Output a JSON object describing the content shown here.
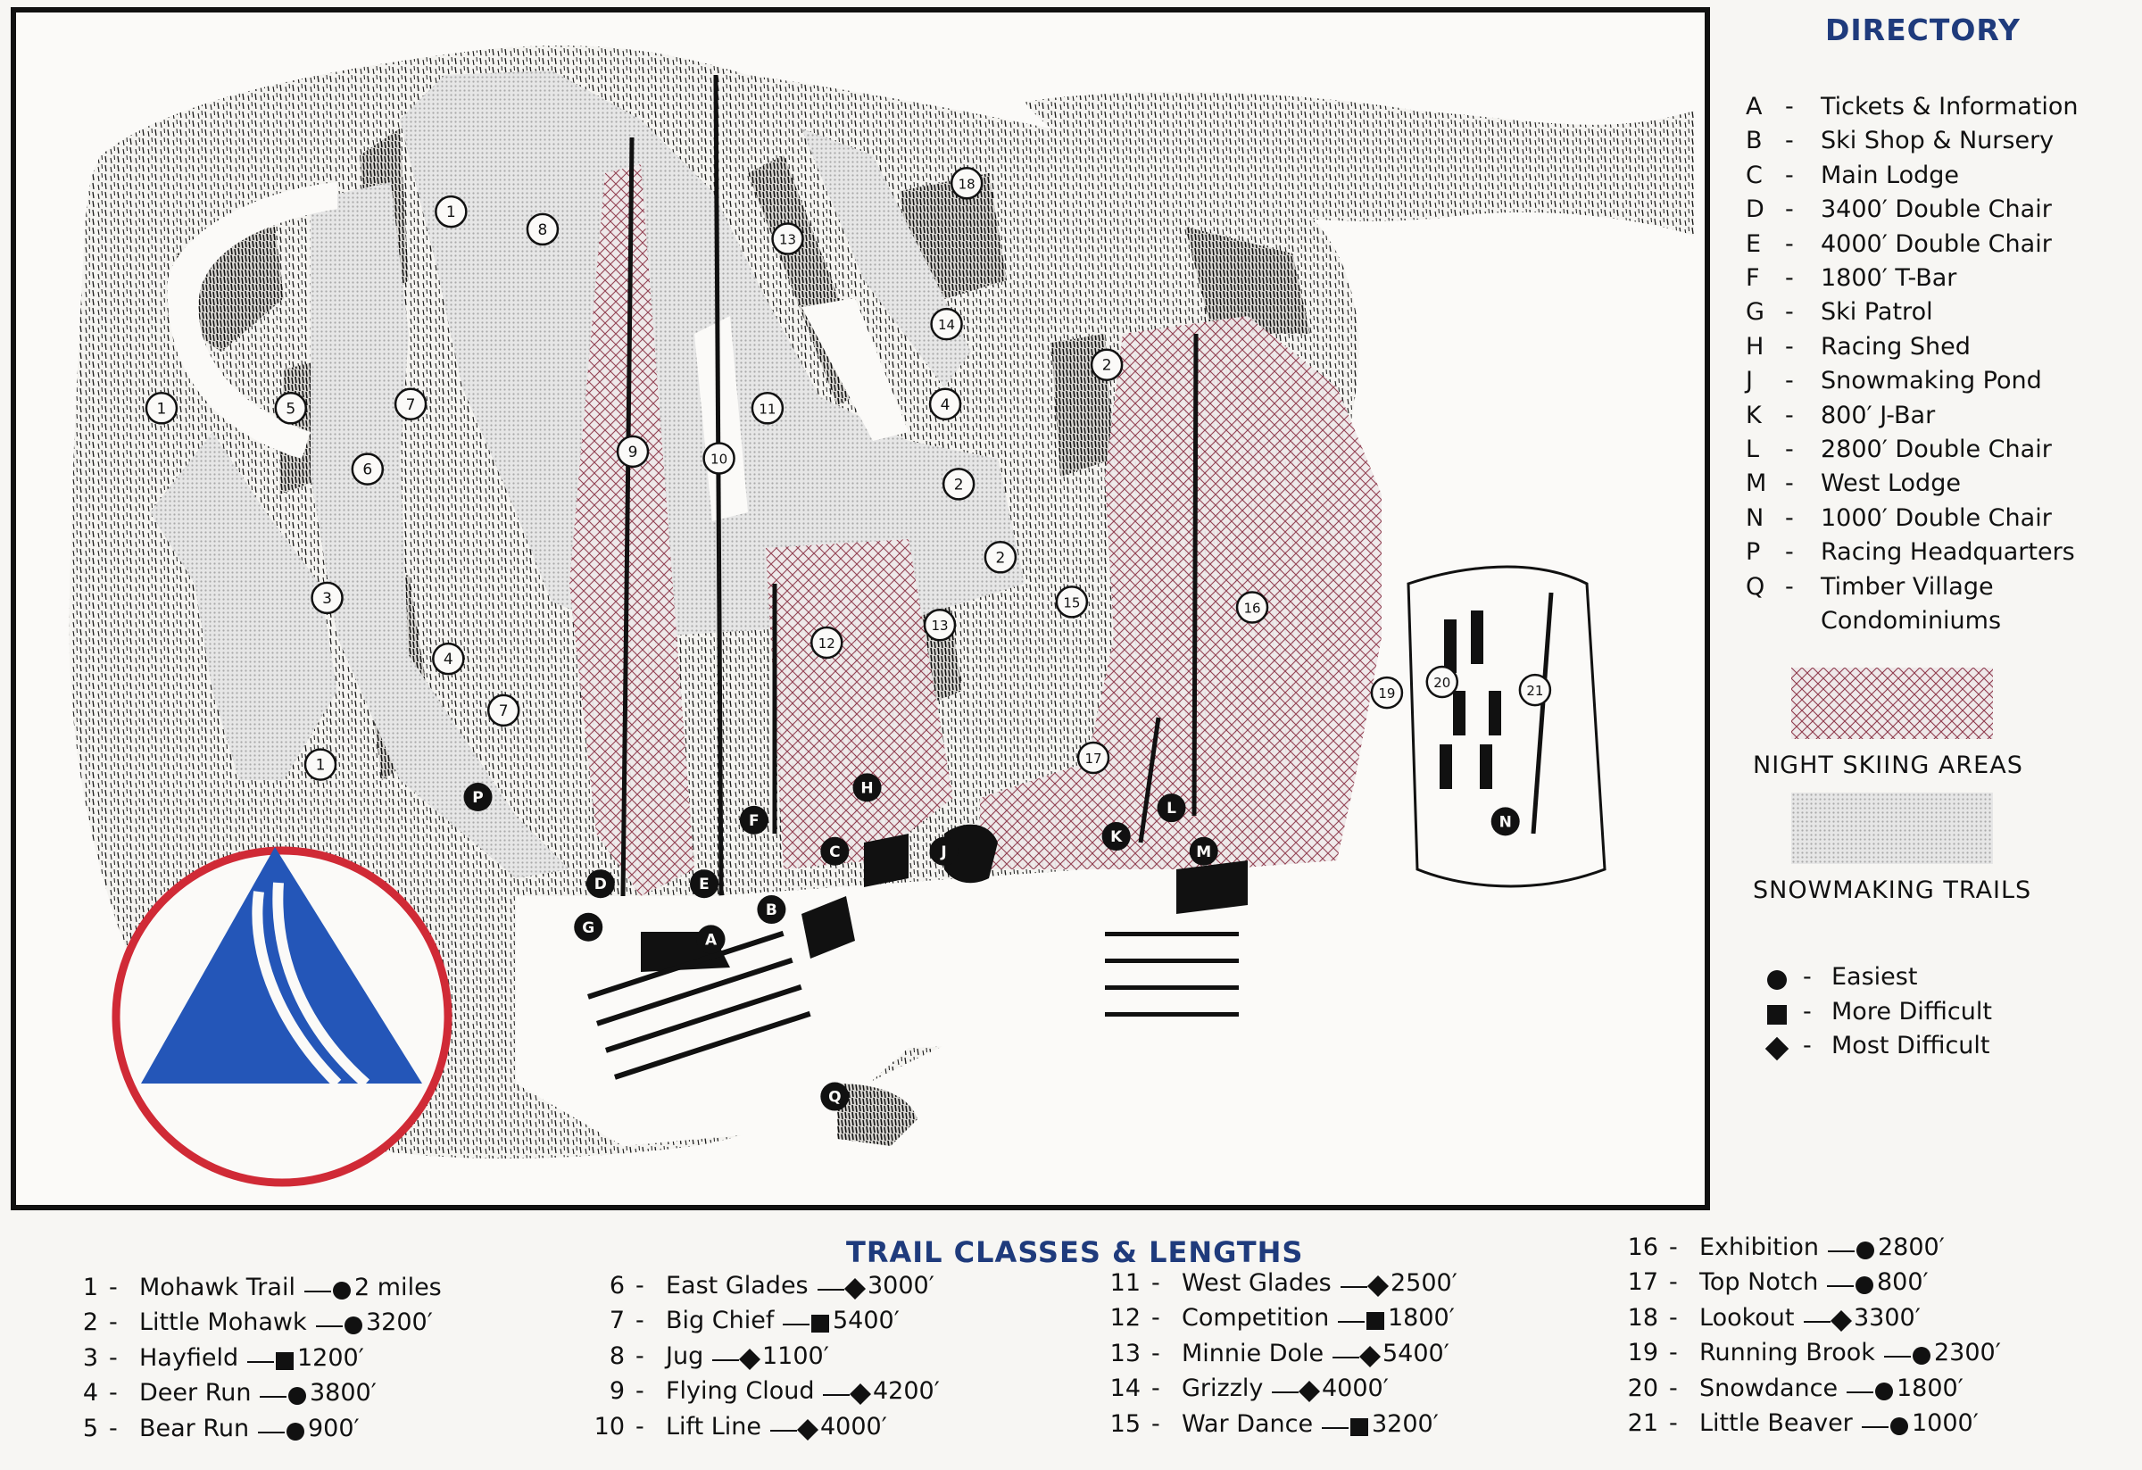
{
  "directory": {
    "title": "DIRECTORY",
    "items": [
      {
        "code": "A",
        "label": "Tickets & Information"
      },
      {
        "code": "B",
        "label": "Ski Shop & Nursery"
      },
      {
        "code": "C",
        "label": "Main Lodge"
      },
      {
        "code": "D",
        "label": "3400′ Double Chair"
      },
      {
        "code": "E",
        "label": "4000′ Double Chair"
      },
      {
        "code": "F",
        "label": "1800′ T-Bar"
      },
      {
        "code": "G",
        "label": "Ski Patrol"
      },
      {
        "code": "H",
        "label": "Racing Shed"
      },
      {
        "code": "J",
        "label": "Snowmaking Pond"
      },
      {
        "code": "K",
        "label": "800′ J-Bar"
      },
      {
        "code": "L",
        "label": "2800′ Double Chair"
      },
      {
        "code": "M",
        "label": "West Lodge"
      },
      {
        "code": "N",
        "label": "1000′ Double Chair"
      },
      {
        "code": "P",
        "label": "Racing Headquarters"
      },
      {
        "code": "Q",
        "label": "Timber Village",
        "label2": "Condominiums"
      }
    ]
  },
  "legend": {
    "night_skiing": "NIGHT SKIING AREAS",
    "snowmaking": "SNOWMAKING TRAILS",
    "night_color": "#8e3a4c",
    "snowmaking_color": "#b9b9b9",
    "difficulty": [
      {
        "symbol": "circle-icon",
        "label": "Easiest"
      },
      {
        "symbol": "square-icon",
        "label": "More Difficult"
      },
      {
        "symbol": "diamond-icon",
        "label": "Most Difficult"
      }
    ]
  },
  "logo": {
    "ring_color": "#d02a36",
    "mountain_color": "#2456b8"
  },
  "trails_title": "TRAIL CLASSES & LENGTHS",
  "trails": [
    {
      "num": "1",
      "name": "Mohawk Trail",
      "symbol": "circle-icon",
      "length": "2 miles"
    },
    {
      "num": "2",
      "name": "Little Mohawk",
      "symbol": "circle-icon",
      "length": "3200′"
    },
    {
      "num": "3",
      "name": "Hayfield",
      "symbol": "square-icon",
      "length": "1200′"
    },
    {
      "num": "4",
      "name": "Deer Run",
      "symbol": "circle-icon",
      "length": "3800′"
    },
    {
      "num": "5",
      "name": "Bear Run",
      "symbol": "circle-icon",
      "length": "900′"
    },
    {
      "num": "6",
      "name": "East Glades",
      "symbol": "diamond-icon",
      "length": "3000′"
    },
    {
      "num": "7",
      "name": "Big Chief",
      "symbol": "square-icon",
      "length": "5400′"
    },
    {
      "num": "8",
      "name": "Jug",
      "symbol": "diamond-icon",
      "length": "1100′"
    },
    {
      "num": "9",
      "name": "Flying Cloud",
      "symbol": "diamond-icon",
      "length": "4200′"
    },
    {
      "num": "10",
      "name": "Lift Line",
      "symbol": "diamond-icon",
      "length": "4000′"
    },
    {
      "num": "11",
      "name": "West Glades",
      "symbol": "diamond-icon",
      "length": "2500′"
    },
    {
      "num": "12",
      "name": "Competition",
      "symbol": "square-icon",
      "length": "1800′"
    },
    {
      "num": "13",
      "name": "Minnie Dole",
      "symbol": "diamond-icon",
      "length": "5400′"
    },
    {
      "num": "14",
      "name": "Grizzly",
      "symbol": "diamond-icon",
      "length": "4000′"
    },
    {
      "num": "15",
      "name": "War Dance",
      "symbol": "square-icon",
      "length": "3200′"
    },
    {
      "num": "16",
      "name": "Exhibition",
      "symbol": "circle-icon",
      "length": "2800′"
    },
    {
      "num": "17",
      "name": "Top Notch",
      "symbol": "circle-icon",
      "length": "800′"
    },
    {
      "num": "18",
      "name": "Lookout",
      "symbol": "diamond-icon",
      "length": "3300′"
    },
    {
      "num": "19",
      "name": "Running Brook",
      "symbol": "circle-icon",
      "length": "2300′"
    },
    {
      "num": "20",
      "name": "Snowdance",
      "symbol": "circle-icon",
      "length": "1800′"
    },
    {
      "num": "21",
      "name": "Little Beaver",
      "symbol": "circle-icon",
      "length": "1000′"
    }
  ],
  "map_markers": {
    "trail_numbers": [
      "1",
      "1",
      "1",
      "2",
      "2",
      "2",
      "3",
      "4",
      "4",
      "5",
      "6",
      "7",
      "7",
      "8",
      "9",
      "10",
      "11",
      "12",
      "13",
      "13",
      "14",
      "15",
      "16",
      "17",
      "18",
      "19",
      "20",
      "21"
    ],
    "letters": [
      "A",
      "B",
      "C",
      "D",
      "E",
      "F",
      "G",
      "H",
      "J",
      "K",
      "L",
      "M",
      "N",
      "P",
      "Q"
    ]
  }
}
